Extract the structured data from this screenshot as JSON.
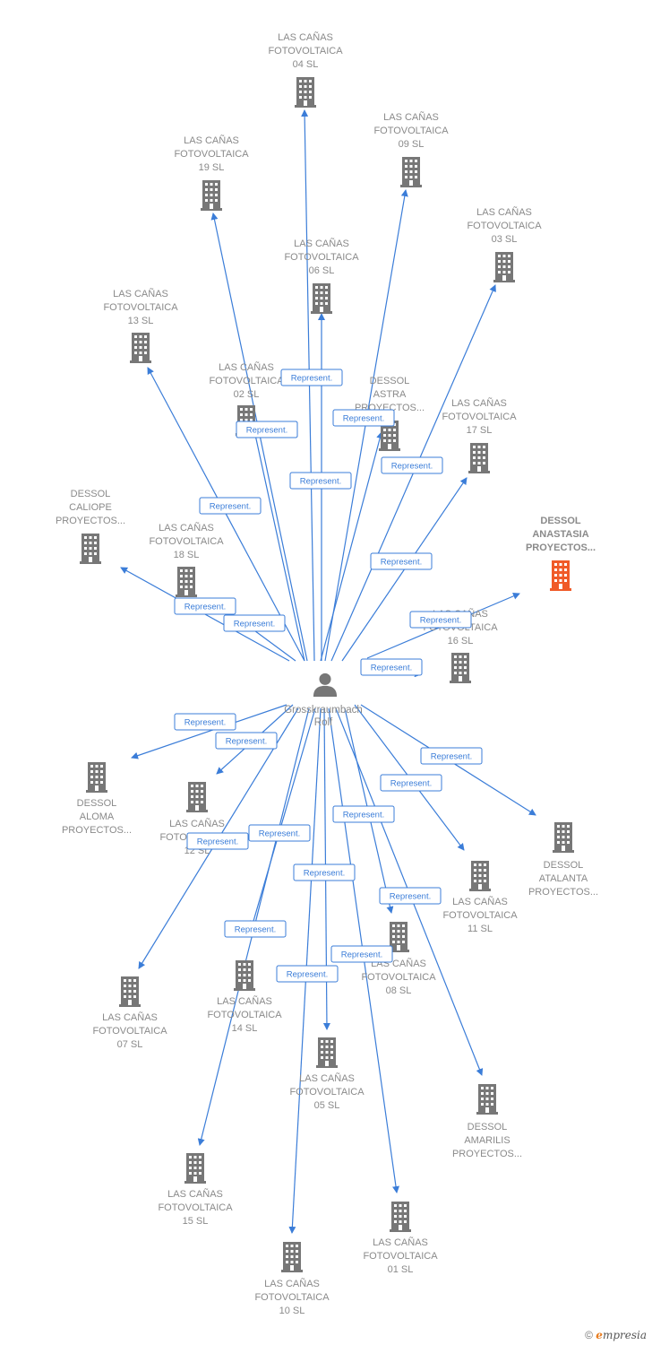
{
  "center": {
    "label_lines": [
      "Grosskraumbach",
      "Rolf"
    ],
    "icon": "person-icon"
  },
  "edge_label": "Represent.",
  "colors": {
    "edge": "#3b7dd8",
    "node": "#777777",
    "highlight": "#f05a28",
    "text": "#8a8a8a"
  },
  "nodes": [
    {
      "id": "las-canas-04",
      "label_lines": [
        "LAS CAÑAS",
        "FOTOVOLTAICA",
        "04 SL"
      ],
      "icon": "building-icon"
    },
    {
      "id": "las-canas-09",
      "label_lines": [
        "LAS CAÑAS",
        "FOTOVOLTAICA",
        "09 SL"
      ],
      "icon": "building-icon"
    },
    {
      "id": "las-canas-19",
      "label_lines": [
        "LAS CAÑAS",
        "FOTOVOLTAICA",
        "19 SL"
      ],
      "icon": "building-icon"
    },
    {
      "id": "las-canas-03",
      "label_lines": [
        "LAS CAÑAS",
        "FOTOVOLTAICA",
        "03 SL"
      ],
      "icon": "building-icon"
    },
    {
      "id": "las-canas-06",
      "label_lines": [
        "LAS CAÑAS",
        "FOTOVOLTAICA",
        "06 SL"
      ],
      "icon": "building-icon"
    },
    {
      "id": "las-canas-13",
      "label_lines": [
        "LAS CAÑAS",
        "FOTOVOLTAICA",
        "13 SL"
      ],
      "icon": "building-icon"
    },
    {
      "id": "las-canas-02",
      "label_lines": [
        "LAS CAÑAS",
        "FOTOVOLTAICA",
        "02 SL"
      ],
      "icon": "building-icon"
    },
    {
      "id": "dessol-astra",
      "label_lines": [
        "DESSOL",
        "ASTRA",
        "PROYECTOS..."
      ],
      "icon": "building-icon"
    },
    {
      "id": "las-canas-17",
      "label_lines": [
        "LAS CAÑAS",
        "FOTOVOLTAICA",
        "17 SL"
      ],
      "icon": "building-icon"
    },
    {
      "id": "dessol-caliope",
      "label_lines": [
        "DESSOL",
        "CALIOPE",
        "PROYECTOS..."
      ],
      "icon": "building-icon"
    },
    {
      "id": "las-canas-18",
      "label_lines": [
        "LAS CAÑAS",
        "FOTOVOLTAICA",
        "18 SL"
      ],
      "icon": "building-icon"
    },
    {
      "id": "dessol-anastasia",
      "label_lines": [
        "DESSOL",
        "ANASTASIA",
        "PROYECTOS..."
      ],
      "icon": "building-icon",
      "highlight": true
    },
    {
      "id": "las-canas-16",
      "label_lines": [
        "LAS CAÑAS",
        "FOTOVOLTAICA",
        "16 SL"
      ],
      "icon": "building-icon"
    },
    {
      "id": "dessol-aloma",
      "label_lines": [
        "DESSOL",
        "ALOMA",
        "PROYECTOS..."
      ],
      "icon": "building-icon"
    },
    {
      "id": "las-canas-12",
      "label_lines": [
        "LAS CAÑAS",
        "FOTOVOLTAICA",
        "12 SL"
      ],
      "icon": "building-icon"
    },
    {
      "id": "dessol-atalanta",
      "label_lines": [
        "DESSOL",
        "ATALANTA",
        "PROYECTOS..."
      ],
      "icon": "building-icon"
    },
    {
      "id": "las-canas-11",
      "label_lines": [
        "LAS CAÑAS",
        "FOTOVOLTAICA",
        "11 SL"
      ],
      "icon": "building-icon"
    },
    {
      "id": "las-canas-08",
      "label_lines": [
        "LAS CAÑAS",
        "FOTOVOLTAICA",
        "08 SL"
      ],
      "icon": "building-icon"
    },
    {
      "id": "las-canas-07",
      "label_lines": [
        "LAS CAÑAS",
        "FOTOVOLTAICA",
        "07 SL"
      ],
      "icon": "building-icon"
    },
    {
      "id": "las-canas-14",
      "label_lines": [
        "LAS CAÑAS",
        "FOTOVOLTAICA",
        "14 SL"
      ],
      "icon": "building-icon"
    },
    {
      "id": "las-canas-05",
      "label_lines": [
        "LAS CAÑAS",
        "FOTOVOLTAICA",
        "05 SL"
      ],
      "icon": "building-icon"
    },
    {
      "id": "dessol-amarilis",
      "label_lines": [
        "DESSOL",
        "AMARILIS",
        "PROYECTOS..."
      ],
      "icon": "building-icon"
    },
    {
      "id": "las-canas-15",
      "label_lines": [
        "LAS CAÑAS",
        "FOTOVOLTAICA",
        "15 SL"
      ],
      "icon": "building-icon"
    },
    {
      "id": "las-canas-01",
      "label_lines": [
        "LAS CAÑAS",
        "FOTOVOLTAICA",
        "01 SL"
      ],
      "icon": "building-icon"
    },
    {
      "id": "las-canas-10",
      "label_lines": [
        "LAS CAÑAS",
        "FOTOVOLTAICA",
        "10 SL"
      ],
      "icon": "building-icon"
    }
  ],
  "footer": {
    "copyright": "©",
    "brand_initial": "e",
    "brand_rest": "mpresia"
  }
}
